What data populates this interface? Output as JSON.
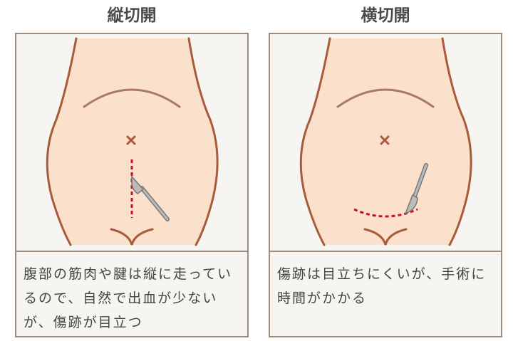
{
  "panels": [
    {
      "title": "縦切開",
      "caption": "腹部の筋肉や腱は縦に走っているので、自然で出血が少ないが、傷跡が目立つ",
      "incision": "vertical"
    },
    {
      "title": "横切開",
      "caption": "傷跡は目立ちにくいが、手術に時間がかかる",
      "incision": "horizontal"
    }
  ],
  "colors": {
    "skin": "#fbe1cc",
    "outline": "#a85a3a",
    "incision": "#c8102e",
    "border": "#a08c7e"
  }
}
